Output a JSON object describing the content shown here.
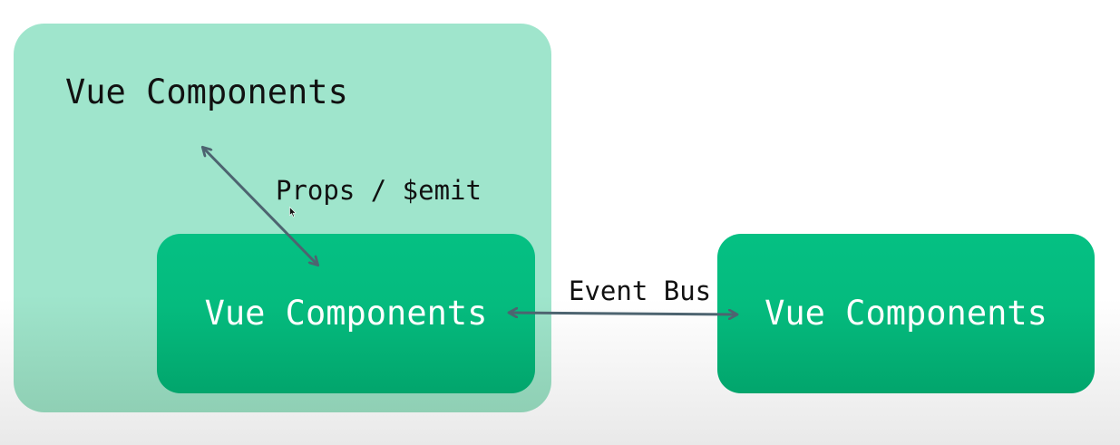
{
  "nodes": {
    "parent": {
      "label": "Vue Components"
    },
    "child": {
      "label": "Vue Components"
    },
    "sibling": {
      "label": "Vue Components"
    }
  },
  "edges": {
    "parent_child": {
      "label": "Props / $emit",
      "direction": "bidirectional"
    },
    "child_sibling": {
      "label": "Event Bus",
      "direction": "bidirectional"
    }
  },
  "colors": {
    "parent_fill": "#9fe5cc",
    "component_fill": "#05bb7e",
    "arrow": "#4d6470",
    "text_dark": "#111111",
    "text_light": "#ffffff"
  },
  "icons": {
    "cursor": "mouse-pointer-icon"
  }
}
